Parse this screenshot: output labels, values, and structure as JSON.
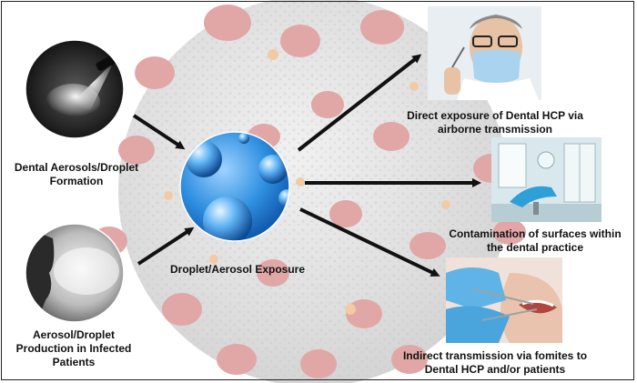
{
  "nodes": {
    "dental_aerosol": {
      "line1": "Dental Aerosols/Droplet",
      "line2": "Formation"
    },
    "patient_production": {
      "line1": "Aerosol/Droplet",
      "line2": "Production in Infected",
      "line3": "Patients"
    },
    "exposure": {
      "label": "Droplet/Aerosol Exposure"
    },
    "direct": {
      "line1": "Direct exposure of Dental HCP via",
      "line2": "airborne transmission"
    },
    "surfaces": {
      "line1": "Contamination of surfaces within",
      "line2": "the dental practice"
    },
    "fomites": {
      "line1": "Indirect transmission via fomites to",
      "line2": "Dental HCP and/or patients"
    }
  },
  "colors": {
    "virus_core": "#a8a8a8",
    "virus_spike": "#c8605f",
    "droplet_blue": "#2f8fe0",
    "arrow": "#111111"
  },
  "icons": {
    "background": "coronavirus-illustration",
    "dental_aerosol": "aerosol-spray-photo",
    "patient_production": "sneeze-photo",
    "exposure": "water-droplet-photo",
    "direct": "masked-dentist-photo",
    "surfaces": "dental-clinic-photo",
    "fomites": "dental-procedure-photo"
  }
}
